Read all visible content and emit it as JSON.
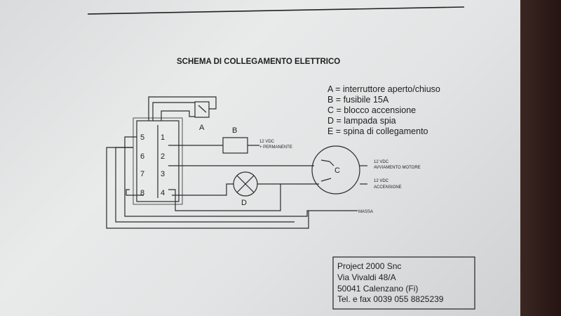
{
  "title": "SCHEMA DI COLLEGAMENTO ELETTRICO",
  "legend": [
    "A = interruttore aperto/chiuso",
    "B = fusibile 15A",
    "C = blocco accensione",
    "D = lampada spia",
    "E = spina di collegamento"
  ],
  "components": {
    "a": "A",
    "b": "B",
    "c": "C",
    "d": "D"
  },
  "connector_pins": [
    "1",
    "2",
    "3",
    "4",
    "5",
    "6",
    "7",
    "8"
  ],
  "labels": {
    "fuse_12vdc": "12 VDC",
    "fuse_permanent": "+ PERMANENTE",
    "start_12vdc": "12 VDC",
    "start_motor": "AVVIAMENTO MOTORE",
    "ign_12vdc": "12 VDC",
    "ign_accensione": "ACCENSIONE",
    "ground": "MASSA"
  },
  "company": {
    "name": "Project 2000 Snc",
    "street": "Via Vivaldi 48/A",
    "city": "50041 Calenzano (Fi)",
    "phone": "Tel. e fax 0039 055 8825239"
  }
}
